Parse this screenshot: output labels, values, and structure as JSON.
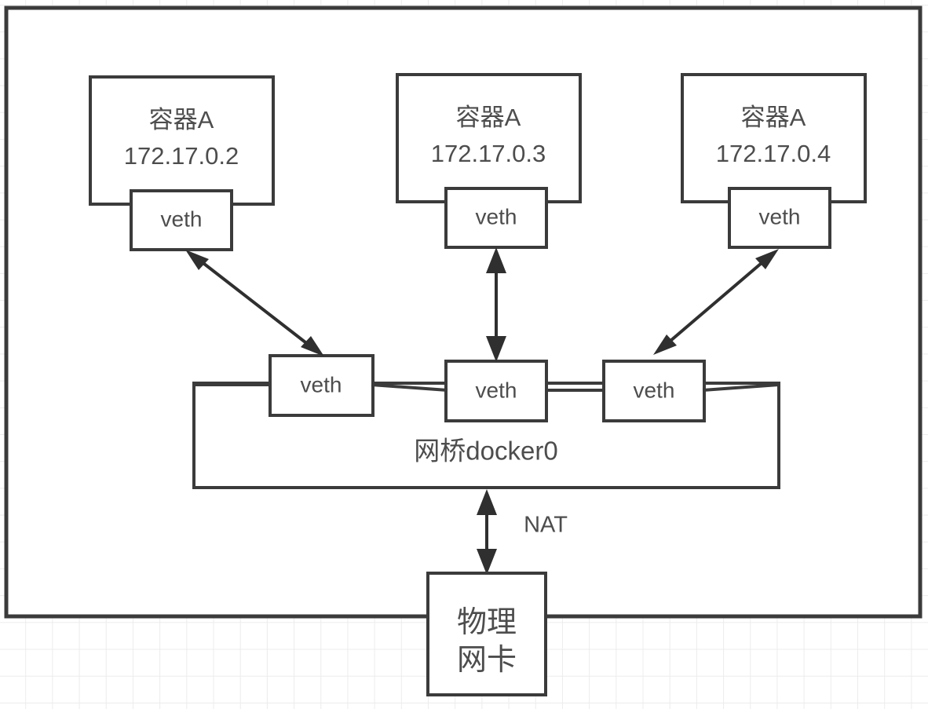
{
  "diagram": {
    "title_text": "",
    "colors": {
      "stroke": "#3b3b3b",
      "text": "#4d4d4d",
      "background": "#ffffff",
      "grid": "#ececec",
      "arrow": "#2f2f2f"
    },
    "host_boundary": {
      "name": "host-boundary"
    },
    "containers": [
      {
        "name": "容器A",
        "ip": "172.17.0.2",
        "veth_label": "veth"
      },
      {
        "name": "容器A",
        "ip": "172.17.0.3",
        "veth_label": "veth"
      },
      {
        "name": "容器A",
        "ip": "172.17.0.4",
        "veth_label": "veth"
      }
    ],
    "bridge": {
      "label": "网桥docker0",
      "veths": [
        {
          "label": "veth"
        },
        {
          "label": "veth"
        },
        {
          "label": "veth"
        }
      ]
    },
    "nat": {
      "label": "NAT"
    },
    "physical_nic": {
      "line1": "物理",
      "line2": "网卡"
    }
  }
}
